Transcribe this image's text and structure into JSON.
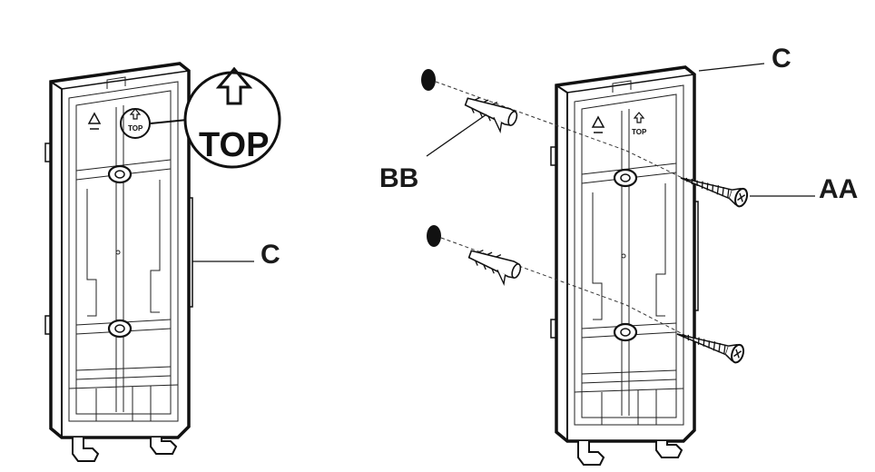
{
  "labels": {
    "left_plate": "C",
    "right_plate": "C",
    "screws": "AA",
    "plugs": "BB"
  },
  "marking": {
    "top_text": "TOP"
  },
  "icons": [
    "recycling-icon",
    "up-arrow-icon",
    "screw-icon",
    "wall-plug-icon",
    "drill-hole-icon"
  ]
}
